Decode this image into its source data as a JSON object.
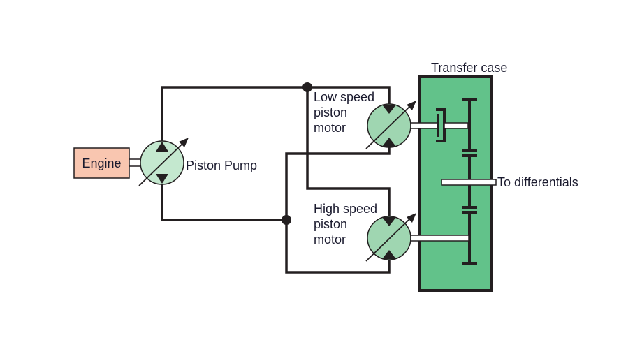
{
  "diagram": {
    "type": "hydraulic-transmission-schematic",
    "colors": {
      "line": "#231f20",
      "engine_fill": "#f9c6b0",
      "pump_fill": "#c4e8cf",
      "motor_fill": "#9fd6b1",
      "transfer_case_fill": "#62c28a",
      "text": "#1a1a2e"
    },
    "components": {
      "engine": {
        "label": "Engine"
      },
      "pump": {
        "label": "Piston Pump"
      },
      "low_motor": {
        "label_lines": [
          "Low speed",
          "piston",
          "motor"
        ]
      },
      "high_motor": {
        "label_lines": [
          "High speed",
          "piston",
          "motor"
        ]
      },
      "transfer_case": {
        "label": "Transfer case"
      },
      "output": {
        "label": "To differentials"
      }
    }
  }
}
